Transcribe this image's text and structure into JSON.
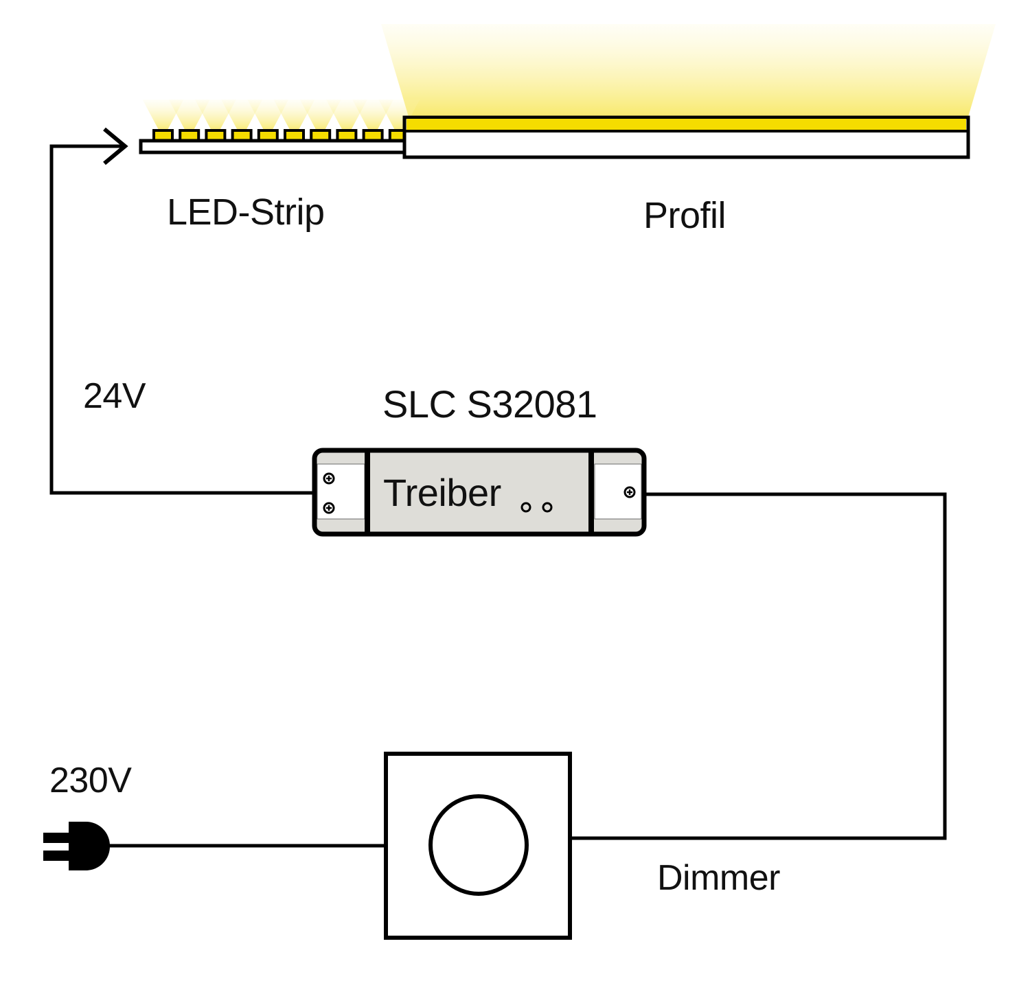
{
  "labels": {
    "led_strip": "LED-Strip",
    "profile": "Profil",
    "voltage_low": "24V",
    "driver_model": "SLC S32081",
    "driver": "Treiber",
    "voltage_mains": "230V",
    "dimmer": "Dimmer"
  },
  "colors": {
    "line": "#000000",
    "led_yellow": "#f5dc00",
    "light_glow": "#fbee88",
    "driver_body": "#deddd8",
    "background": "#ffffff"
  },
  "led_strip": {
    "led_count": 10
  },
  "components": [
    {
      "id": "plug",
      "icon": "power-plug-icon"
    },
    {
      "id": "dimmer",
      "icon": "rotary-knob-icon"
    },
    {
      "id": "driver",
      "icon": "screw-terminal-icon"
    },
    {
      "id": "led-strip",
      "icon": "led-chip-icon"
    },
    {
      "id": "profile",
      "icon": "aluminium-profile-icon"
    }
  ]
}
